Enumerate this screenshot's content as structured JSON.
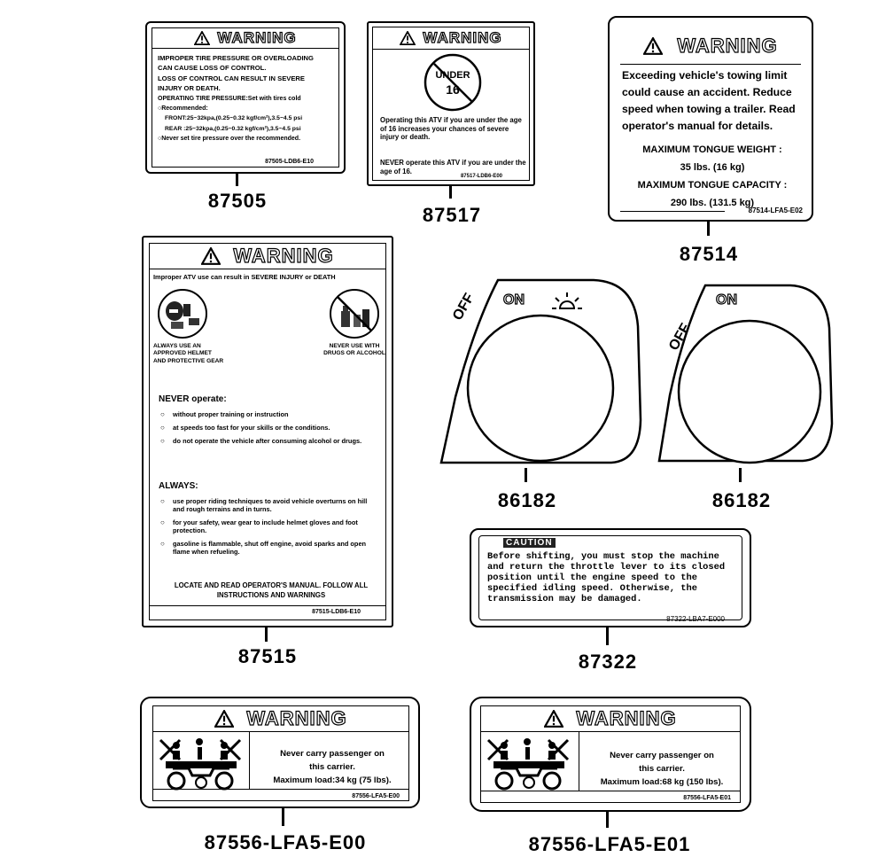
{
  "warning_word": "WARNING",
  "caution_word": "CAUTION",
  "labels": {
    "l87505": {
      "part_no": "87505",
      "lines": [
        "IMPROPER TIRE PRESSURE OR OVERLOADING",
        "CAN CAUSE LOSS OF CONTROL.",
        "LOSS OF CONTROL CAN RESULT IN SEVERE",
        "INJURY OR DEATH.",
        "OPERATING TIRE PRESSURE:Set with tires cold",
        "○Recommended:",
        "FRONT:25~32kpa,(0.25~0.32 kgf/cm²),3.5~4.5 psi",
        "REAR :25~32kpa,(0.25~0.32 kgf/cm²),3.5~4.5 psi",
        "○Never set tire pressure over the recommended."
      ],
      "code": "87505-LDB6-E10"
    },
    "l87517": {
      "part_no": "87517",
      "circle_text": "UNDER",
      "circle_num": "16",
      "para1": "Operating this ATV if you are under the age of 16 increases your chances of severe injury or death.",
      "para2": "NEVER operate this ATV if you are under the age of 16.",
      "code": "87517-LDB6-E00"
    },
    "l87514": {
      "part_no": "87514",
      "body": "Exceeding vehicle's towing limit could cause an accident. Reduce speed when towing a trailer. Read operator's manual for details.",
      "tongue_weight_label": "MAXIMUM TONGUE WEIGHT :",
      "tongue_weight_value": "35 lbs. (16 kg)",
      "tongue_cap_label": "MAXIMUM TONGUE CAPACITY :",
      "tongue_cap_value": "290 lbs. (131.5 kg)",
      "code": "87514-LFA5-E02"
    },
    "l87515": {
      "part_no": "87515",
      "header": "Improper ATV use can result in SEVERE INJURY or DEATH",
      "left_icon_caption": "ALWAYS USE AN APPROVED HELMET AND PROTECTIVE GEAR",
      "right_icon_caption": "NEVER USE WITH DRUGS OR ALCOHOL",
      "never_heading": "NEVER operate:",
      "never_items": [
        "without proper training or instruction",
        "at speeds too fast for your skills or the conditions.",
        "do not operate the vehicle after consuming alcohol or drugs."
      ],
      "always_heading": "ALWAYS:",
      "always_items": [
        "use proper riding techniques to avoid vehicle overturns on hill and rough terrains and in turns.",
        "for your safety, wear gear to include helmet gloves and foot protection.",
        "gasoline is flammable, shut off engine, avoid sparks and open flame when refueling."
      ],
      "footer": "LOCATE AND READ OPERATOR'S MANUAL. FOLLOW ALL INSTRUCTIONS AND WARNINGS",
      "code": "87515-LDB6-E10"
    },
    "l86182a": {
      "part_no": "86182",
      "off": "OFF",
      "on": "ON"
    },
    "l86182b": {
      "part_no": "86182",
      "off": "OFF",
      "on": "ON"
    },
    "l87322": {
      "part_no": "87322",
      "body": "Before shifting, you must stop the machine and return the throttle lever to its closed position until the engine speed to the specified idling speed. Otherwise, the transmission may be damaged.",
      "code": "87322-LBA7-E000"
    },
    "l87556e00": {
      "part_no": "87556-LFA5-E00",
      "line1": "Never carry passenger on",
      "line2": "this carrier.",
      "line3": "Maximum load:34 kg (75 lbs).",
      "code": "87556-LFA5-E00"
    },
    "l87556e01": {
      "part_no": "87556-LFA5-E01",
      "line1": "Never carry passenger on",
      "line2": "this carrier.",
      "line3": "Maximum load:68 kg (150 lbs).",
      "code": "87556-LFA5-E01"
    }
  }
}
